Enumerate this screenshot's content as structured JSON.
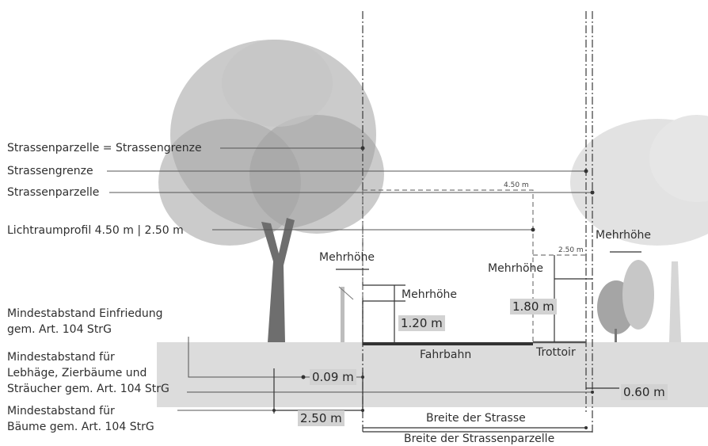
{
  "labels": {
    "parcel_equals_boundary": "Strassenparzelle = Strassengrenze",
    "road_boundary": "Strassengrenze",
    "road_parcel": "Strassenparzelle",
    "clearance_profile": "Lichtraumprofil 4.50 m | 2.50 m",
    "min_dist_fence": [
      "Mindestabstand Einfriedung",
      "gem. Art. 104 StrG"
    ],
    "min_dist_hedges": [
      "Mindestabstand für",
      "Lebhäge, Zierbäume und",
      "Sträucher gem. Art. 104 StrG"
    ],
    "min_dist_trees": [
      "Mindestabstand für",
      "Bäume gem. Art. 104 StrG"
    ],
    "extra_height_left": "Mehrhöhe",
    "extra_height_mid": "Mehrhöhe",
    "extra_height_right_mid": "Mehrhöhe",
    "extra_height_far_right": "Mehrhöhe",
    "carriageway": "Fahrbahn",
    "sidewalk": "Trottoir",
    "road_width": "Breite der Strasse",
    "parcel_width": "Breite der Strassenparzelle"
  },
  "measurements": {
    "clearance_height_small": "4.50 m",
    "clearance_width_small": "2.50 m",
    "fence_height": "1.20 m",
    "sidewalk_height": "1.80 m",
    "hedge_distance": "0.09 m",
    "right_distance": "0.60 m",
    "tree_distance": "2.50 m"
  },
  "colors": {
    "ground": "#d9d9d9",
    "tree": "#8f8f8f",
    "tree_faded": "#dcdcdc",
    "line": "#3a3a3a",
    "road": "#333333"
  }
}
